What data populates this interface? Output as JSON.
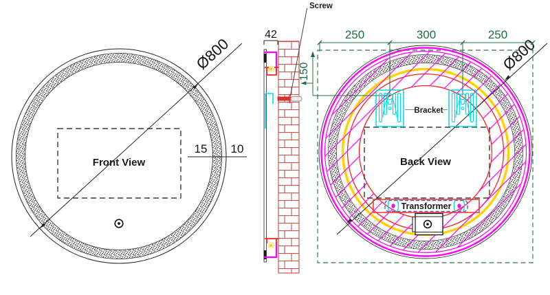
{
  "front_view": {
    "label": "Front View",
    "diameter": "Ø800",
    "frost_band_width": "15",
    "edge_gap": "10"
  },
  "side_view": {
    "depth": "42",
    "screw_label": "Screw"
  },
  "back_view": {
    "label": "Back View",
    "diameter": "Ø800",
    "top_dimensions": [
      "250",
      "300",
      "250"
    ],
    "bracket_height_dimension": "150",
    "bracket_label": "Bracket",
    "transformer_label": "Transformer"
  },
  "colors": {
    "frame_magenta": "#ff00ff",
    "led_yellow": "#ffd400",
    "led_red": "#ff1f1f",
    "bracket_cyan": "#00d9ea",
    "dimension_green": "#1d6f42",
    "boundary_green": "#55896a",
    "brick_red": "#c4564e",
    "line_black": "#222222"
  }
}
